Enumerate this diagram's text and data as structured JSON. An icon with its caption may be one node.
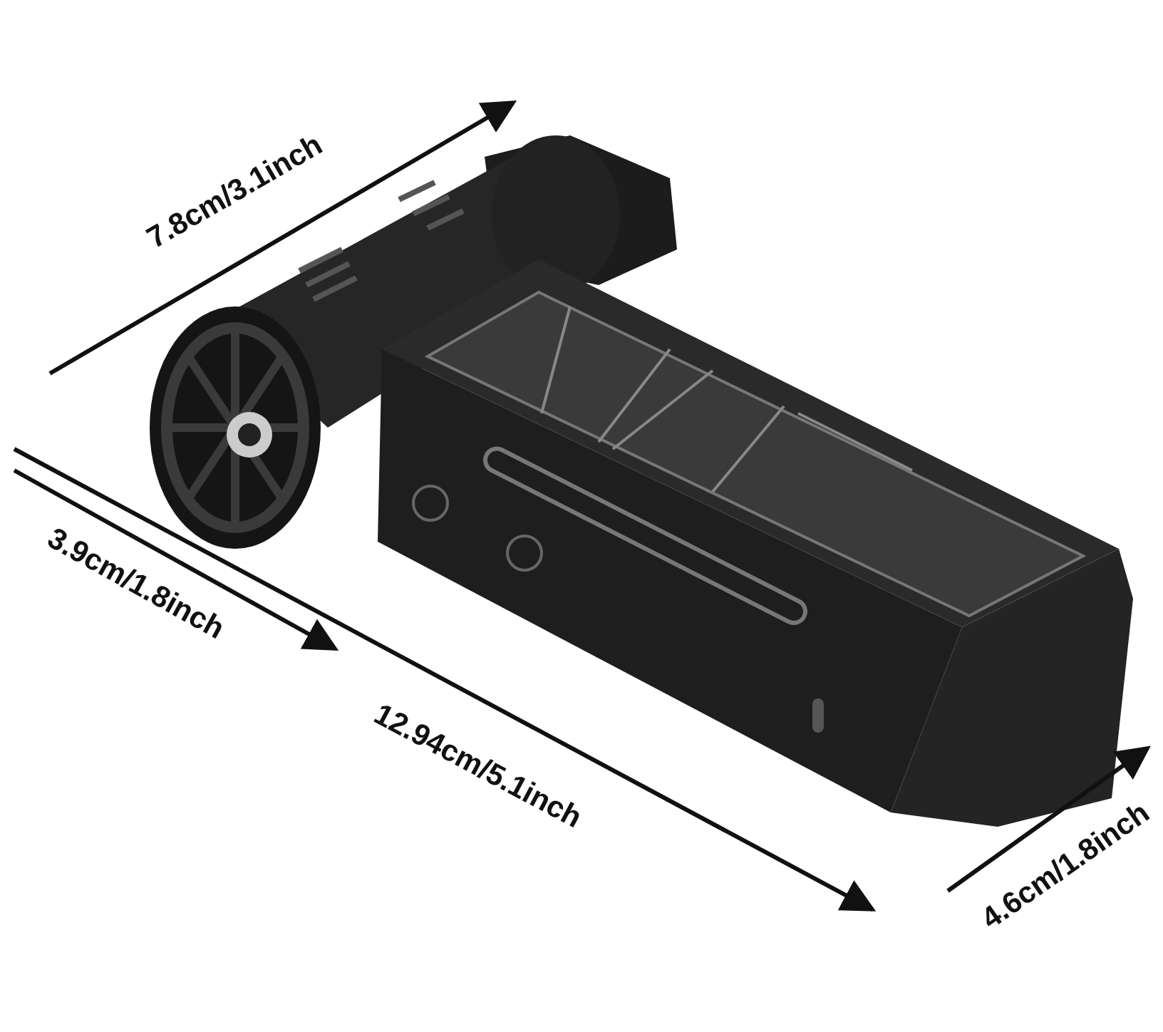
{
  "diagram": {
    "labels": [
      "7.8cm/3.1inch",
      "3.9cm/1.8inch",
      "12.94cm/5.1inch",
      "4.6cm/1.8inch"
    ]
  }
}
